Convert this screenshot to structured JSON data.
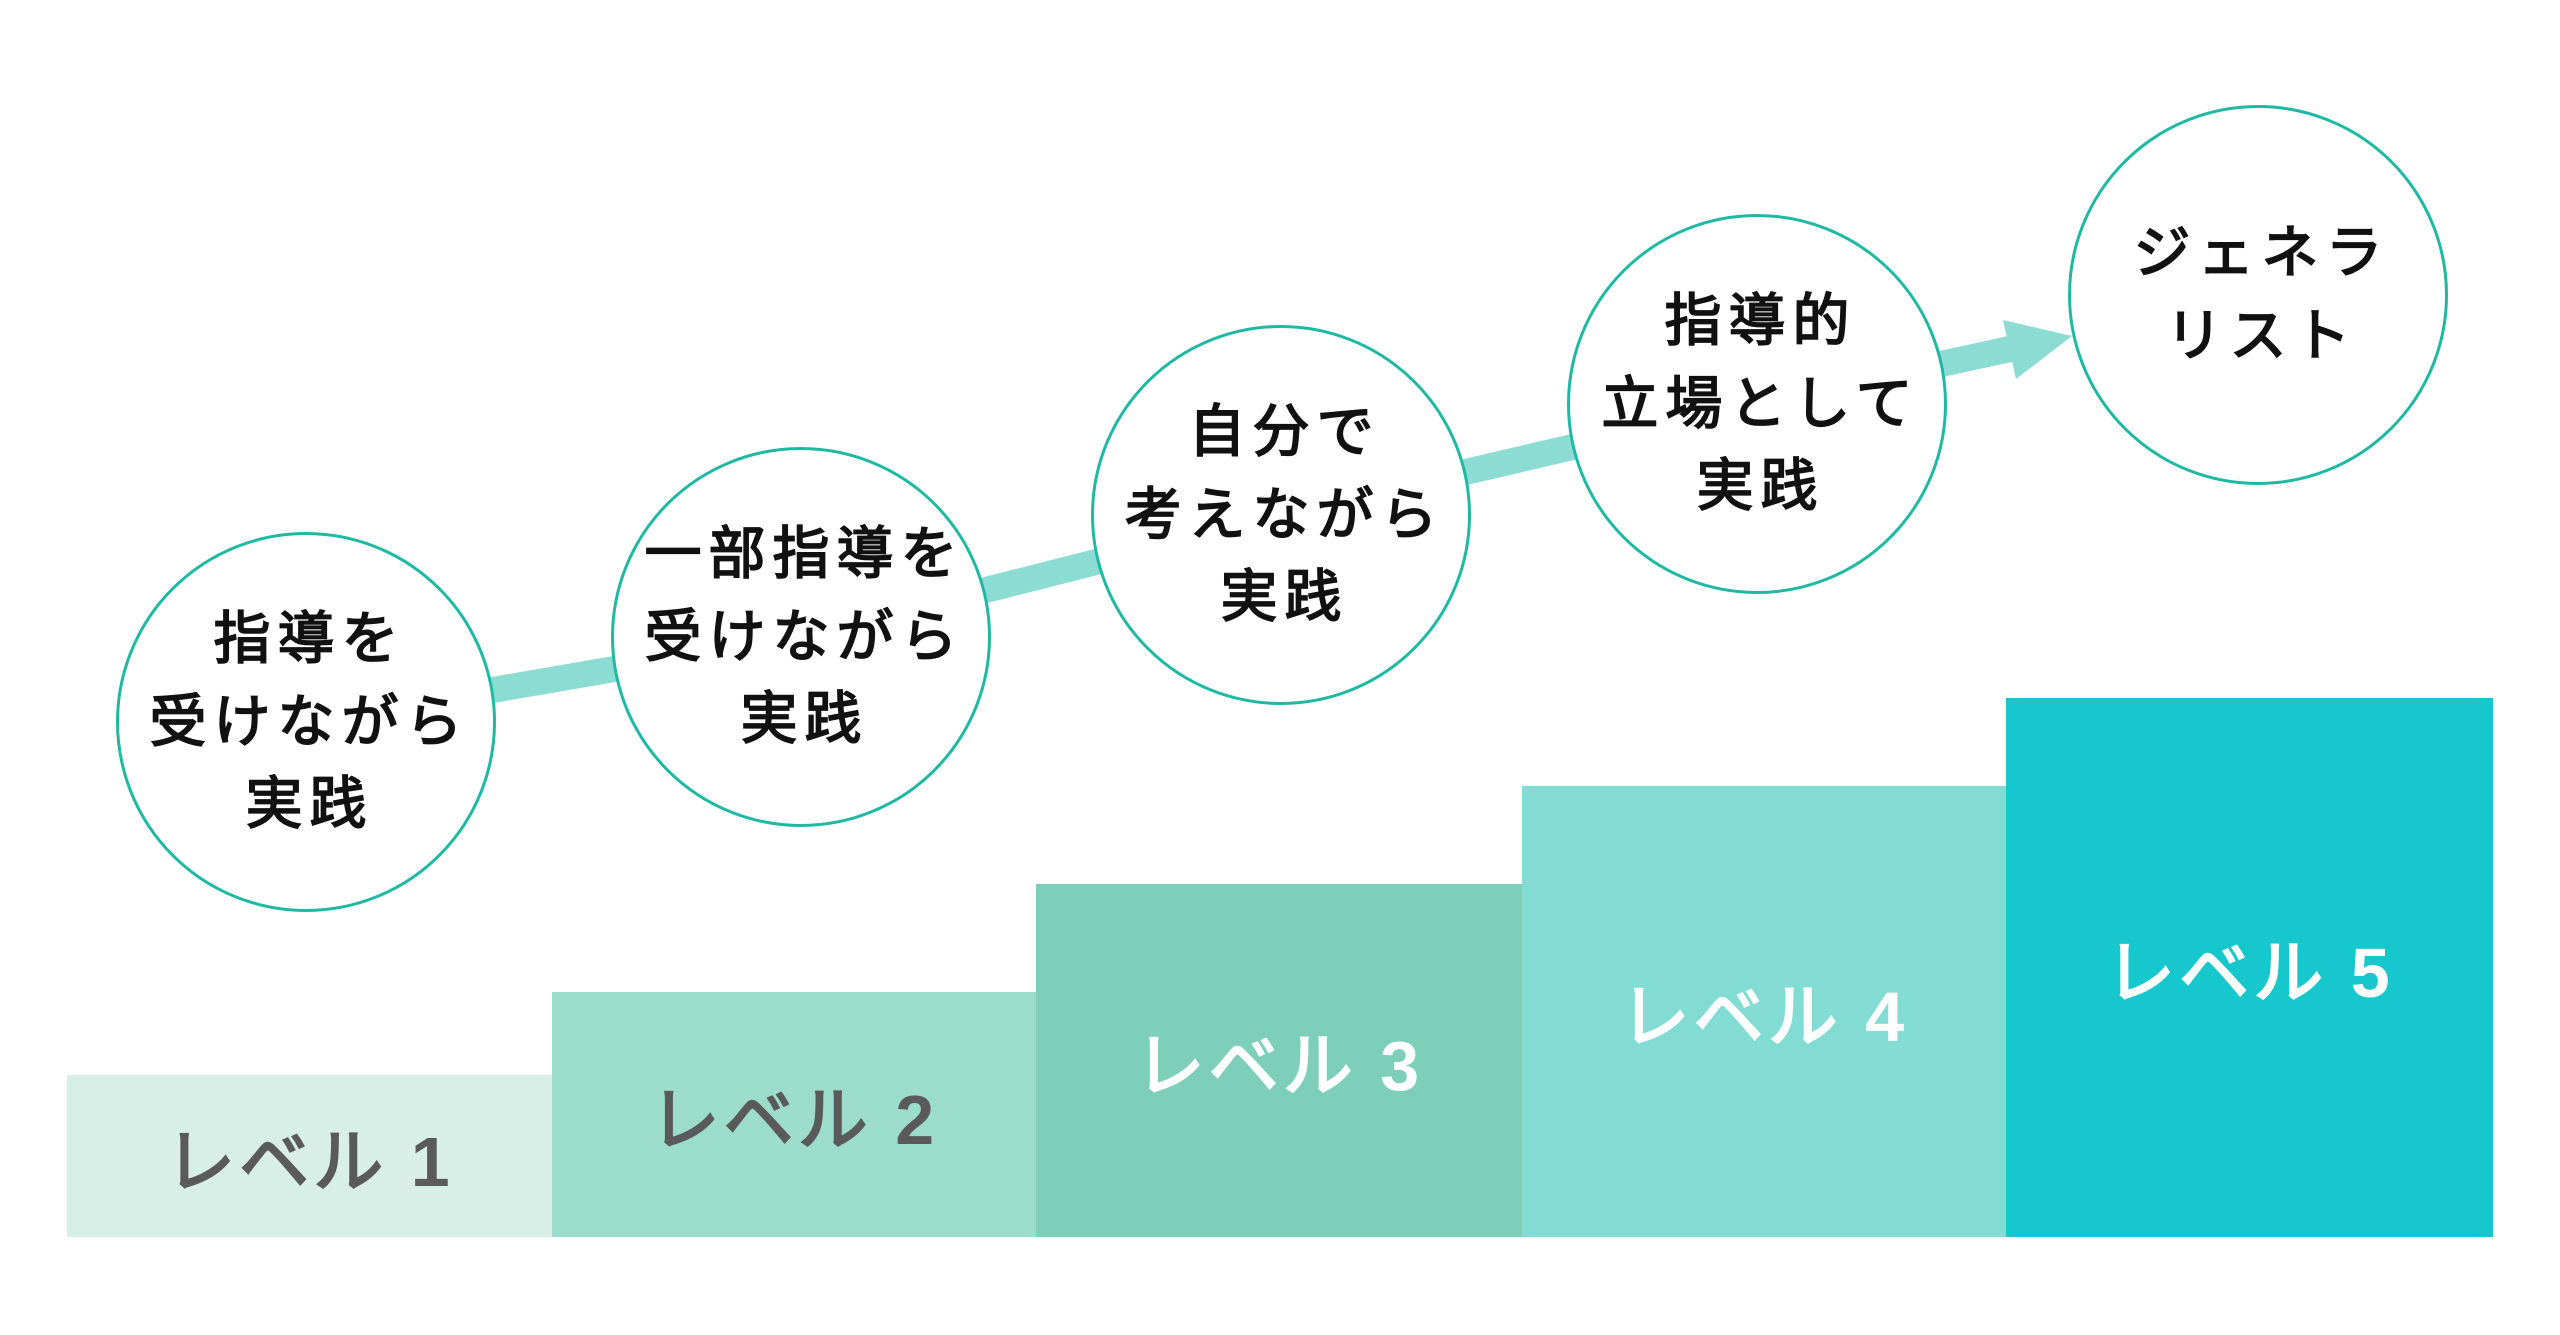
{
  "colors": {
    "background": "#ffffff",
    "circle_border": "#1fb9a3",
    "circle_fill": "#ffffff",
    "circle_text": "#111111",
    "arrow": "#8bdcd3"
  },
  "steps": [
    {
      "circle_lines": [
        "指導を",
        "受けながら",
        "実践"
      ],
      "level_label": "レベル 1",
      "bar_color": "#d8efe8",
      "label_color": "#5a5a5a"
    },
    {
      "circle_lines": [
        "一部指導を",
        "受けながら",
        "実践"
      ],
      "level_label": "レベル 2",
      "bar_color": "#9cdccb",
      "label_color": "#5a5a5a"
    },
    {
      "circle_lines": [
        "自分で",
        "考えながら",
        "実践"
      ],
      "level_label": "レベル 3",
      "bar_color": "#7dcfba",
      "label_color": "#ffffff"
    },
    {
      "circle_lines": [
        "指導的",
        "立場として",
        "実践"
      ],
      "level_label": "レベル 4",
      "bar_color": "#82dcd4",
      "label_color": "#ffffff"
    },
    {
      "circle_lines": [
        "ジェネラ",
        "リスト"
      ],
      "level_label": "レベル 5",
      "bar_color": "#16c8cd",
      "label_color": "#ffffff"
    }
  ]
}
